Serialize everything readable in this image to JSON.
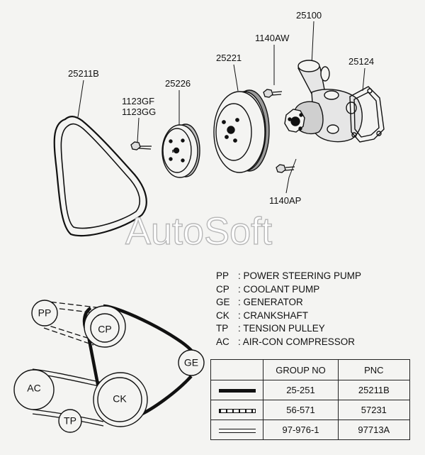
{
  "part_labels": {
    "belt_main": "25211B",
    "bolt_gf": "1123GF",
    "bolt_gg": "1123GG",
    "pulley_small": "25226",
    "pulley_large": "25221",
    "bolt_aw": "1140AW",
    "pump": "25100",
    "gasket": "25124",
    "bolt_ap": "1140AP"
  },
  "watermark": "AutoSoft",
  "belt_circles": {
    "pp": "PP",
    "cp": "CP",
    "ge": "GE",
    "ac": "AC",
    "ck": "CK",
    "tp": "TP"
  },
  "legend": [
    {
      "abbr": "PP",
      "desc": ": POWER STEERING PUMP"
    },
    {
      "abbr": "CP",
      "desc": ": COOLANT PUMP"
    },
    {
      "abbr": "GE",
      "desc": ": GENERATOR"
    },
    {
      "abbr": "CK",
      "desc": ": CRANKSHAFT"
    },
    {
      "abbr": "TP",
      "desc": ": TENSION PULLEY"
    },
    {
      "abbr": "AC",
      "desc": ": AIR-CON COMPRESSOR"
    }
  ],
  "table": {
    "headers": [
      "",
      "GROUP NO",
      "PNC"
    ],
    "rows": [
      {
        "line_style": "solid",
        "group_no": "25-251",
        "pnc": "25211B"
      },
      {
        "line_style": "dashed",
        "group_no": "56-571",
        "pnc": "57231"
      },
      {
        "line_style": "double",
        "group_no": "97-976-1",
        "pnc": "97713A"
      }
    ]
  },
  "colors": {
    "ink": "#111111",
    "background": "#f4f4f2"
  }
}
